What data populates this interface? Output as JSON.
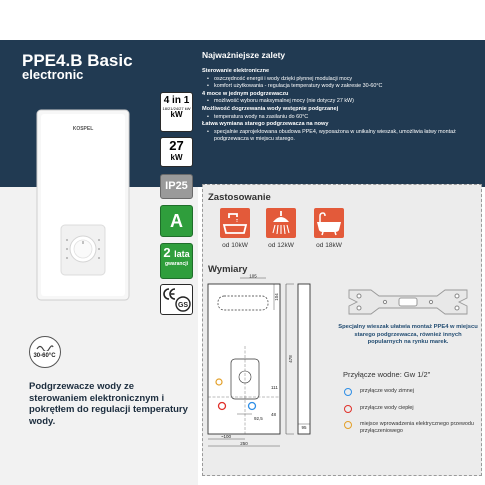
{
  "product": {
    "title": "PPE4.B Basic",
    "subtitle": "electronic",
    "brand": "KOSPEL"
  },
  "badges": {
    "four_in_one": "4 in 1",
    "four_in_one_sizes": "18/21/24/27 kW",
    "four_in_one_unit": "kW",
    "power_value": "27",
    "power_unit": "kW",
    "ip": "IP25",
    "energy_class": "A",
    "warranty_number": "2",
    "warranty_word": "lata",
    "warranty_label": "gwarancji"
  },
  "temperature_range": "30-60°C",
  "caption": "Podgrzewacze wody ze sterowaniem elektronicznym i pokrętłem do regulacji temperatury wody.",
  "features": {
    "heading": "Najważniejsze zalety",
    "sections": [
      {
        "title": "Sterowanie elektroniczne",
        "bullets": [
          "oszczędność energii i wody dzięki płynnej modulacji mocy",
          "komfort użytkowania - regulacja temperatury wody w zakresie 30-60°C"
        ]
      },
      {
        "title": "4 moce w jednym podgrzewaczu",
        "bullets": [
          "możliwość wyboru maksymalnej mocy (nie dotyczy 27 kW)"
        ]
      },
      {
        "title": "Możliwość dogrzewania wody wstępnie podgrzanej",
        "bullets": [
          "temperatura wody na zasilaniu do 60°C"
        ]
      },
      {
        "title": "Łatwa wymiana starego podgrzewacza na nowy",
        "bullets": [
          "specjalnie zaprojektowana obudowa PPE4, wyposażona w unikalny wieszak, umożliwia łatwy montaż podgrzewacza w miejscu starego."
        ]
      }
    ]
  },
  "zastosowanie": {
    "heading": "Zastosowanie",
    "items": [
      {
        "icon": "sink-faucet-icon",
        "label": "od 10kW"
      },
      {
        "icon": "shower-icon",
        "label": "od 12kW"
      },
      {
        "icon": "bathtub-icon",
        "label": "od 18kW"
      }
    ],
    "icon_color": "#e35a3a"
  },
  "wymiary": {
    "heading": "Wymiary",
    "dims": {
      "top_width": "105",
      "top_height": "104",
      "total_height": "478",
      "side_left": "111",
      "side_bottom": "48",
      "spacing": "92,5",
      "half_width": "~100",
      "width": "250",
      "depth": "95"
    }
  },
  "bracket_note": "Specjalny wieszak ułatwia montaż PPE4 w miejscu starego podgrzewacza, również innych popularnych na rynku marek.",
  "connections": {
    "title": "Przyłącze wodne: Gw 1/2\"",
    "items": [
      {
        "color": "#2e8ee6",
        "label": "przyłącze wody zimnej"
      },
      {
        "color": "#e0302a",
        "label": "przyłącze wody ciepłej"
      },
      {
        "color": "#e3a02a",
        "label": "miejsce wprowadzenia elektrycznego przewodu przyłączeniowego"
      }
    ]
  }
}
